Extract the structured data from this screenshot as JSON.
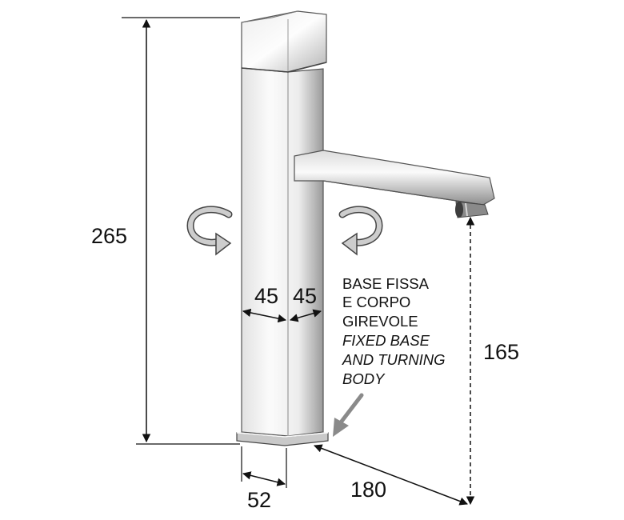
{
  "dimensions": {
    "total_height": "265",
    "spout_height": "165",
    "spout_reach": "180",
    "base_width": "52",
    "body_width_left": "45",
    "body_width_right": "45"
  },
  "note": {
    "it_line1": "BASE FISSA",
    "it_line2": "E CORPO",
    "it_line3": "GIREVOLE",
    "en_line1": "FIXED BASE",
    "en_line2": "AND TURNING",
    "en_line3": "BODY"
  },
  "colors": {
    "line": "#111111",
    "metal_light": "#f4f4f4",
    "metal_mid": "#cfcfcf",
    "metal_dark": "#6a6a6a",
    "arrow_fill": "#c8c8c8"
  }
}
